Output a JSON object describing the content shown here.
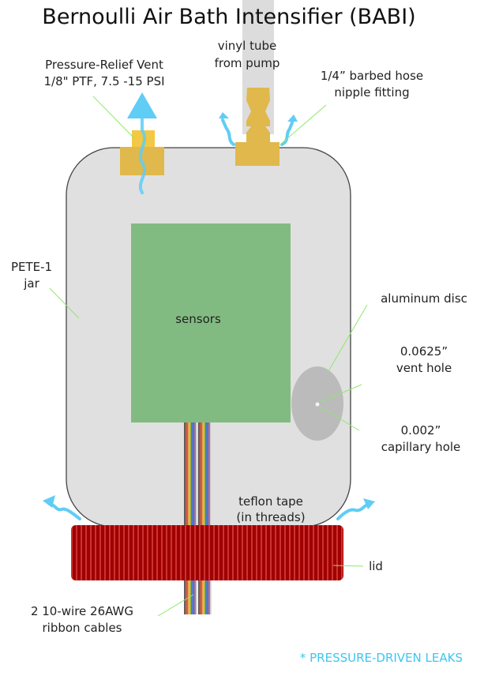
{
  "title": "Bernoulli Air Bath Intensifier (BABI)",
  "labels": {
    "vent_line1": "Pressure-Relief Vent",
    "vent_line2": "1/8\" PTF, 7.5 -15 PSI",
    "tube_line1": "vinyl tube",
    "tube_line2": "from pump",
    "hose_line1": "1/4” barbed hose",
    "hose_line2": "nipple fitting",
    "jar_line1": "PETE-1",
    "jar_line2": "jar",
    "sensors": "sensors",
    "disc": "aluminum disc",
    "vent_hole_line1": "0.0625”",
    "vent_hole_line2": "vent hole",
    "cap_line1": "0.002”",
    "cap_line2": "capillary hole",
    "teflon_line1": "teflon tape",
    "teflon_line2": "(in threads)",
    "lid": "lid",
    "cable_line1": "2 10-wire 26AWG",
    "cable_line2": "ribbon cables"
  },
  "legend": "* PRESSURE-DRIVEN LEAKS",
  "colors": {
    "jar": "#e0e0e0",
    "sensors": "#82bb82",
    "fitting": "#e0b84c",
    "lid": "#a00000",
    "leak": "#5fcdf6",
    "disc": "#bbbbbb"
  }
}
